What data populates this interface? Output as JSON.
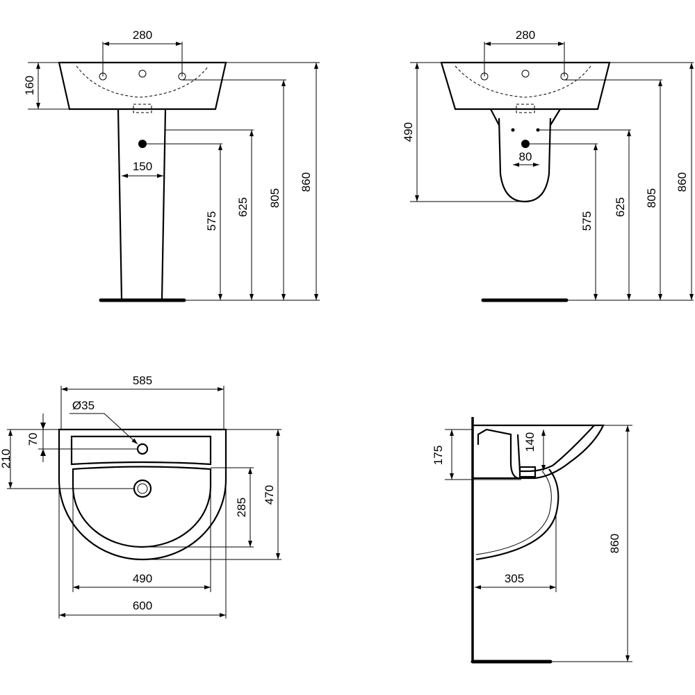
{
  "front_view": {
    "tap_spacing": "280",
    "basin_height": "160",
    "pedestal_width": "150",
    "h575": "575",
    "h625": "625",
    "h805": "805",
    "h860": "860"
  },
  "side_semi_view": {
    "tap_spacing": "280",
    "pedestal_drop": "490",
    "fixing_spacing": "80",
    "h575": "575",
    "h625": "625",
    "h805": "805",
    "h860": "860"
  },
  "plan_view": {
    "width_top": "585",
    "tap_hole": "Ø35",
    "tap_offset": "70",
    "waste_offset": "210",
    "bowl_depth": "285",
    "projection": "470",
    "bowl_width": "490",
    "overall_width": "600"
  },
  "section_view": {
    "rim_depth": "175",
    "bowl_depth": "140",
    "rim_height": "860",
    "pedestal_projection": "305"
  }
}
